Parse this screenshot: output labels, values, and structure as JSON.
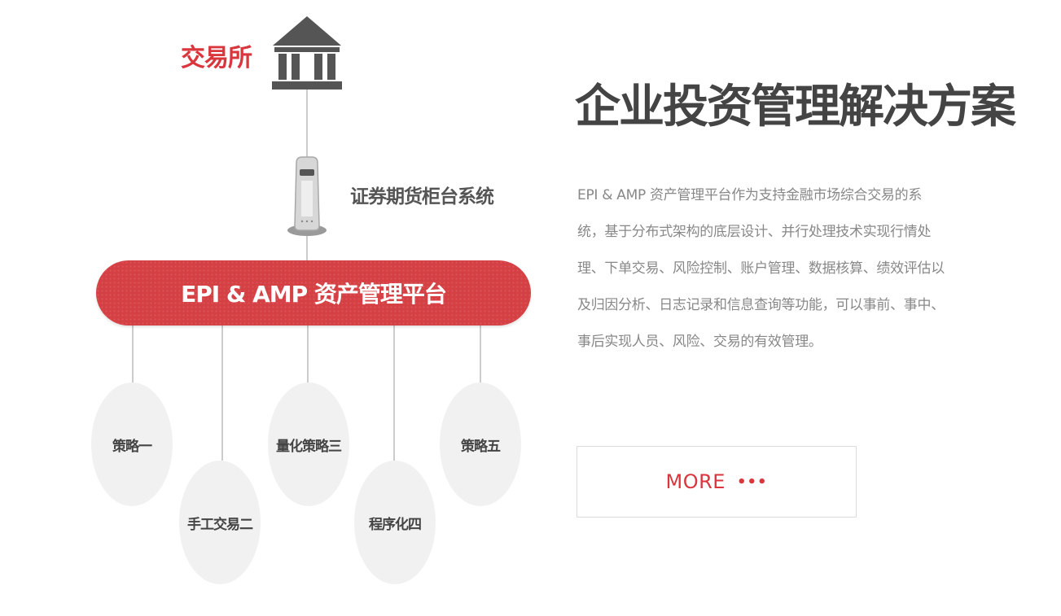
{
  "diagram": {
    "exchange_label": "交易所",
    "counter_system_label": "证券期货柜台系统",
    "platform_label": "EPI & AMP 资产管理平台",
    "strategies": [
      {
        "label": "策略一"
      },
      {
        "label": "手工交易二"
      },
      {
        "label": "量化策略三"
      },
      {
        "label": "程序化四"
      },
      {
        "label": "策略五"
      }
    ],
    "icons": {
      "exchange": "bank-building-icon",
      "counter": "server-tower-icon"
    }
  },
  "content": {
    "title": "企业投资管理解决方案",
    "description": "EPI & AMP 资产管理平台作为支持金融市场综合交易的系统，基于分布式架构的底层设计、并行处理技术实现行情处理、下单交易、风险控制、账户管理、数据核算、绩效评估以及归因分析、日志记录和信息查询等功能，可以事前、事中、事后实现人员、风险、交易的有效管理。",
    "more_label": "MORE",
    "more_dots": "•••"
  },
  "colors": {
    "accent": "#d9363e",
    "platform_bar": "#d54044",
    "icon_gray": "#555555",
    "circle_fill": "#f1f1f1",
    "title_text": "#444444",
    "body_text": "#888888"
  }
}
